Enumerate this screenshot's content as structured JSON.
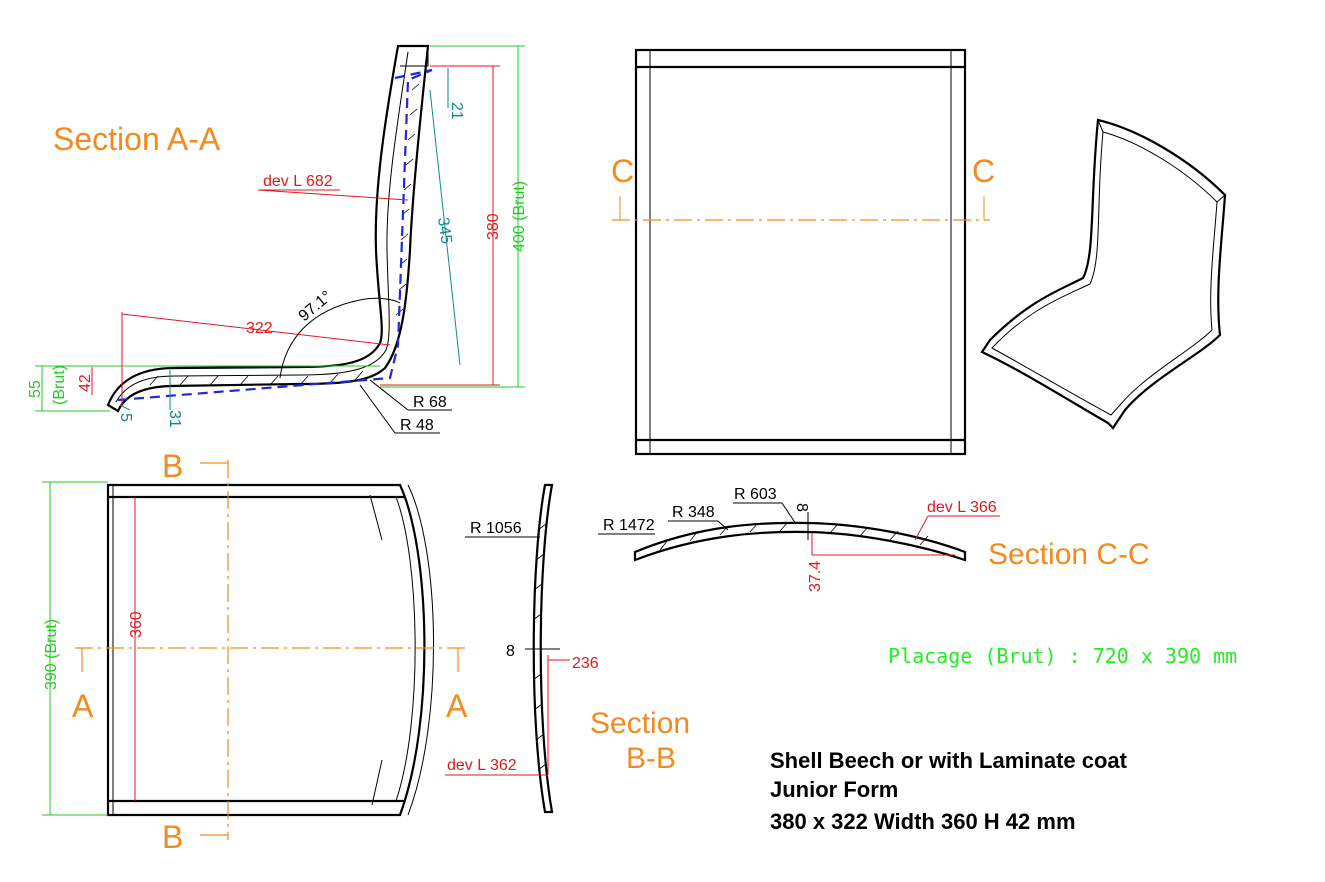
{
  "section_labels": {
    "aa": "Section A-A",
    "bb_line1": "Section",
    "bb_line2": "B-B",
    "cc": "Section C-C"
  },
  "cut_markers": {
    "a": "A",
    "b": "B",
    "c": "C"
  },
  "section_aa_dims": {
    "dev_length": "dev L 682",
    "d21": "21",
    "d345": "345",
    "d380": "380",
    "d400": "400 (Brut)",
    "angle": "97.1°",
    "d322": "322",
    "r68": "R 68",
    "r48": "R 48",
    "d55": "55",
    "d55b": "(Brut)",
    "d42": "42",
    "d5": "5",
    "d31": "31"
  },
  "plan_dims": {
    "d390": "390 (Brut)",
    "d360": "360"
  },
  "section_bb_dims": {
    "r1056": "R 1056",
    "d8": "8",
    "d236": "236",
    "dev_length": "dev L 362"
  },
  "section_cc_dims": {
    "r603": "R 603",
    "r1472": "R 1472",
    "r348": "R 348",
    "d8": "8",
    "dev_length": "dev L 366",
    "d374": "37.4"
  },
  "placage_note": "Placage (Brut) : 720 x 390 mm",
  "title_block": {
    "line1": "Shell Beech or with Laminate coat",
    "line2": "Junior Form",
    "line3": "380 x 322 Width 360 H 42 mm"
  },
  "colors": {
    "section_label": "#f28a1e",
    "dimension_red": "#e01a1a",
    "dimension_teal": "#0e8a8a",
    "dimension_green": "#22cc22",
    "hidden_line_blue": "#1a2ad8"
  }
}
